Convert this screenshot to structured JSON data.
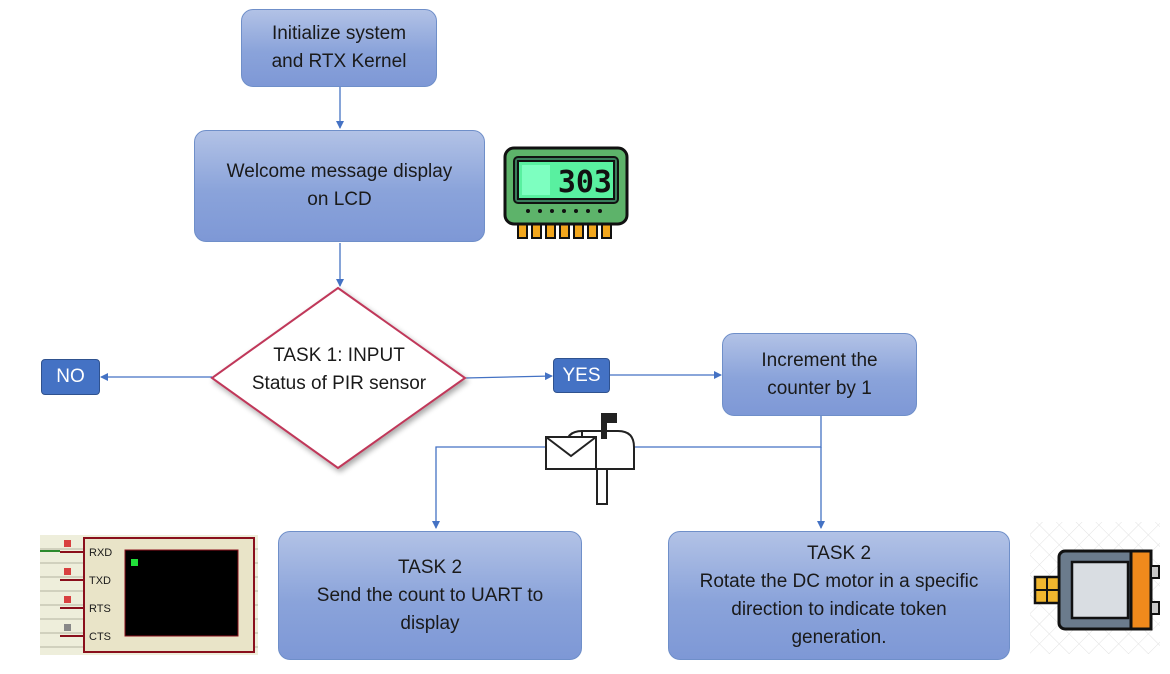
{
  "nodes": {
    "init": {
      "line1": "Initialize system",
      "line2": "and RTX Kernel"
    },
    "welcome": {
      "line1": "Welcome message display",
      "line2": "on LCD"
    },
    "decision": {
      "line1": "TASK 1: INPUT",
      "line2": "Status of PIR sensor"
    },
    "increment": {
      "line1": "Increment the",
      "line2": "counter by 1"
    },
    "task2_uart": {
      "line1": "TASK 2",
      "line2": "Send the count to UART to",
      "line3": "display"
    },
    "task2_motor": {
      "line1": "TASK 2",
      "line2": "Rotate the DC motor in a specific",
      "line3": "direction to indicate token",
      "line4": "generation."
    }
  },
  "branches": {
    "no": "NO",
    "yes": "YES"
  },
  "lcd_icon": {
    "reading": "303"
  },
  "uart_terminal": {
    "pins": [
      "RXD",
      "TXD",
      "RTS",
      "CTS"
    ]
  },
  "icons": [
    "lcd-display-icon",
    "mailbox-icon",
    "uart-terminal-icon",
    "dc-motor-icon"
  ],
  "colors": {
    "box_fill": "#8faadc",
    "box_border": "#6f8fc9",
    "arrow": "#4472c4",
    "tag_fill": "#4472c4",
    "diamond_border": "#c0395a"
  }
}
